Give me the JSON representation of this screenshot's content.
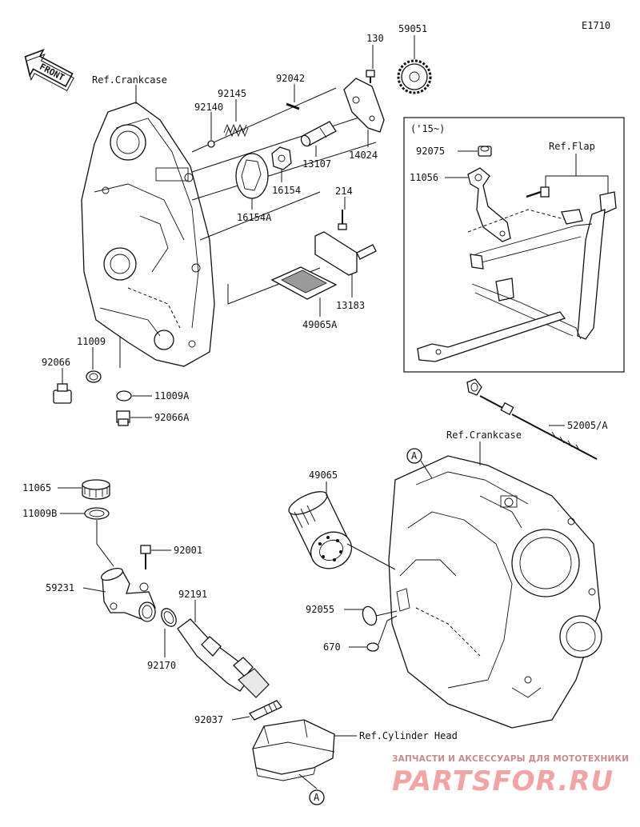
{
  "diagram_code": "E1710",
  "front_label": "FRONT",
  "refs": {
    "crankcase_top": "Ref.Crankcase",
    "crankcase_bottom": "Ref.Crankcase",
    "flap": "Ref.Flap",
    "cylinder_head": "Ref.Cylinder Head"
  },
  "inset_label": "('15~)",
  "callout": "A",
  "parts": {
    "p130": "130",
    "p59051": "59051",
    "p92042": "92042",
    "p92145": "92145",
    "p92140": "92140",
    "p14024": "14024",
    "p13107": "13107",
    "p16154": "16154",
    "p16154A": "16154A",
    "p214": "214",
    "p13183": "13183",
    "p49065A": "49065A",
    "p92075": "92075",
    "p11056": "11056",
    "p11009": "11009",
    "p92066": "92066",
    "p11009A": "11009A",
    "p92066A": "92066A",
    "p52005A": "52005/A",
    "p11065": "11065",
    "p11009B": "11009B",
    "p92001": "92001",
    "p59231": "59231",
    "p92191": "92191",
    "p92170": "92170",
    "p49065": "49065",
    "p92055": "92055",
    "p670": "670",
    "p92037": "92037"
  },
  "watermark": {
    "subtitle": "ЗАПЧАСТИ И АКСЕССУАРЫ ДЛЯ МОТОТЕХНИКИ",
    "brand": "PARTSFOR.RU"
  }
}
